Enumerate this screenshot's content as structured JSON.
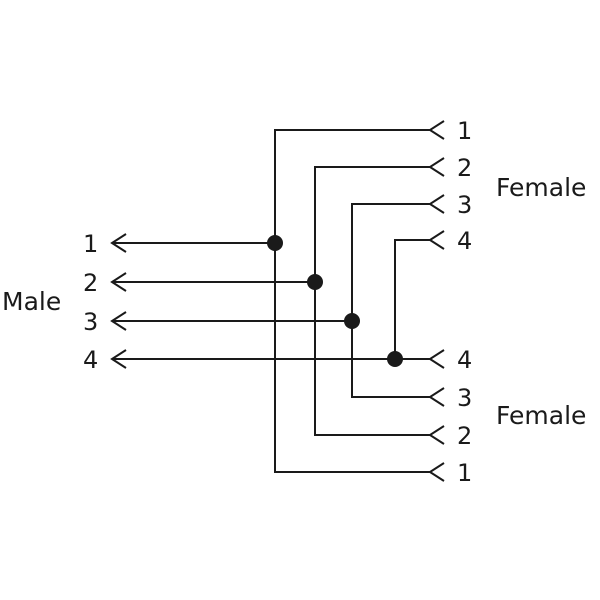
{
  "male": {
    "label": "Male",
    "pins": [
      "1",
      "2",
      "3",
      "4"
    ]
  },
  "female_top": {
    "label": "Female",
    "pins": [
      "1",
      "2",
      "3",
      "4"
    ]
  },
  "female_bottom": {
    "label": "Female",
    "pins": [
      "4",
      "3",
      "2",
      "1"
    ]
  }
}
